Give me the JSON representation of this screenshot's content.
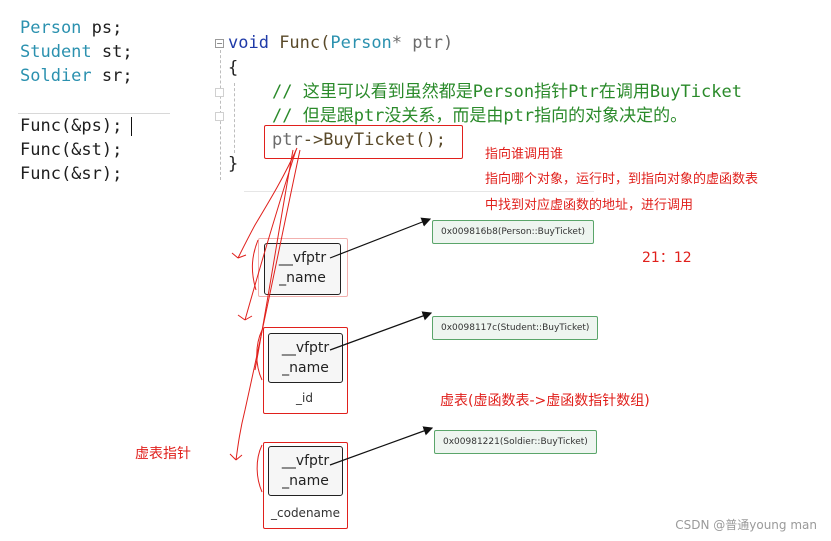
{
  "left_code": {
    "decl1_type": "Person",
    "decl1_var": " ps;",
    "decl2_type": "Student",
    "decl2_var": " st;",
    "decl3_type": "Soldier",
    "decl3_var": " sr;",
    "call1": "Func(&ps);",
    "call2": "Func(&st);",
    "call3": "Func(&sr);"
  },
  "func_code": {
    "kw_void": "void",
    "name": " Func(",
    "param_type": "Person",
    "param_rest": "* ptr)",
    "open_brace": "{",
    "comment1": "// 这里可以看到虽然都是Person指针Ptr在调用BuyTicket",
    "comment2": "// 但是跟ptr没关系，而是由ptr指向的对象决定的。",
    "call_ptr": "ptr",
    "call_rest": "->BuyTicket();",
    "close_brace": "}"
  },
  "notes": {
    "note1": "指向谁调用谁",
    "note2": "指向哪个对象，运行时，到指向对象的虚函数表",
    "note3": "中找到对应虚函数的地址，进行调用",
    "time": "21：12",
    "vtable_label": "虚表(虚函数表->虚函数指针数组)",
    "vfptr_label": "虚表指针"
  },
  "vtables": [
    "0x009816b8(Person::BuyTicket)",
    "0x0098117c(Student::BuyTicket)",
    "0x00981221(Soldier::BuyTicket)"
  ],
  "objects": {
    "vfptr": "__vfptr",
    "name": "_name",
    "student_extra": "_id",
    "soldier_extra": "_codename"
  },
  "watermark": "CSDN @普通young man"
}
